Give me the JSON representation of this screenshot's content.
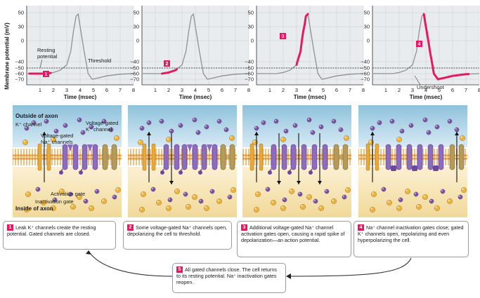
{
  "axis": {
    "ylabel": "Membrane potential (mV)",
    "xlabel": "Time (msec)",
    "y_ticks": [
      "50",
      "30",
      "0",
      "−40",
      "−50",
      "−60",
      "−70"
    ],
    "x_ticks": [
      "1",
      "2",
      "3",
      "4",
      "5",
      "6",
      "7",
      "8"
    ]
  },
  "graph_labels": {
    "resting": "Resting potential",
    "threshold": "Threshold",
    "undershoot": "Undershoot"
  },
  "membrane_labels": {
    "outside": "Outside of axon",
    "inside": "Inside of axon",
    "k_channel": "K⁺ channel",
    "vg_k": "Voltage-gated K⁺ channel",
    "vg_na": "Voltage-gated Na⁺ channels",
    "activation_gate": "Activation gate",
    "inactivation_gate": "Inactivation gate"
  },
  "steps": [
    {
      "num": "1",
      "text": "Leak K⁺ channels create the resting potential. Gated channels are closed."
    },
    {
      "num": "2",
      "text": "Some voltage-gated Na⁺ channels open, depolarizing the cell to threshold."
    },
    {
      "num": "3",
      "text": "Additional voltage-gated Na⁺ channel activation gates open, causing a rapid spike of depolarization—an action potential."
    },
    {
      "num": "4",
      "text": "Na⁺ channel inactivation gates close; gated K⁺ channels open, repolarizing and even hyperpolarizing the cell."
    },
    {
      "num": "5",
      "text": "All gated channels close. The cell returns to its resting potential. Na⁺ inactivation gates reopen."
    }
  ],
  "colors": {
    "highlight": "#e6195e",
    "outside_fluid": "#b9d9ea",
    "inside_fluid": "#f5e6bf",
    "k_channel": "#e8a93a",
    "na_channel": "#8e6bbd",
    "vg_k_channel": "#b59a5a",
    "ion_k": "#f2b233",
    "ion_na": "#7b4fa8",
    "graph_bg": "#e9ecee"
  }
}
